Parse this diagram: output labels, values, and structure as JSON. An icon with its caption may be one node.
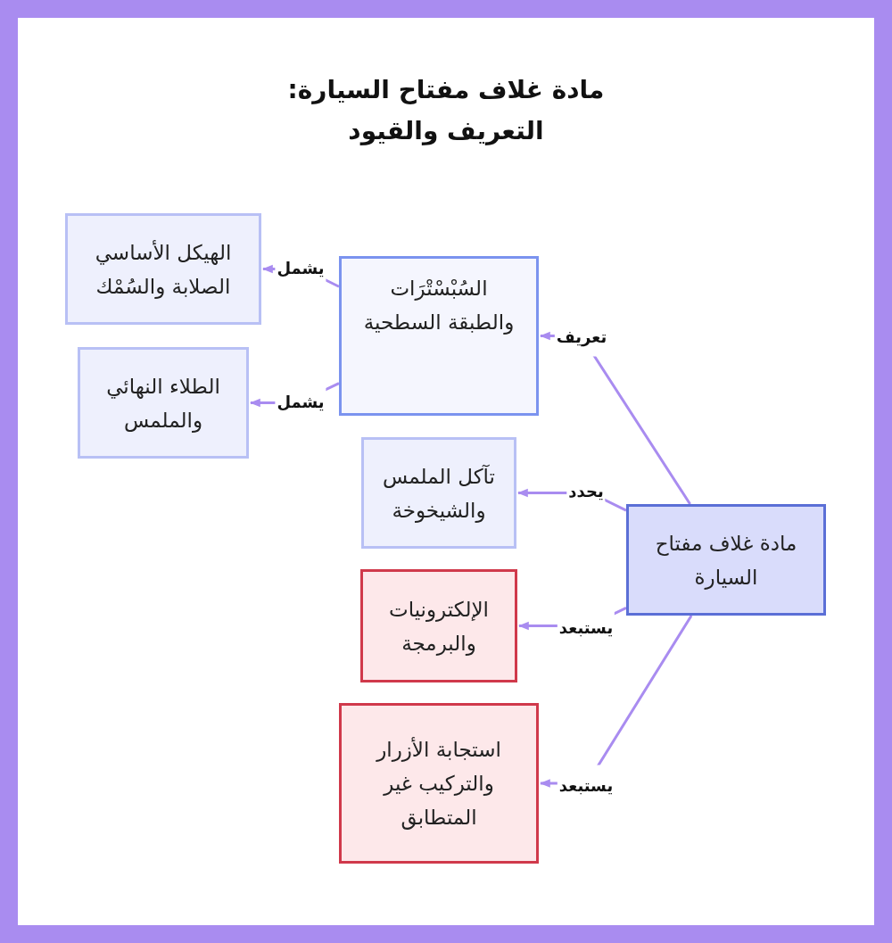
{
  "diagram": {
    "title": "مادة غلاف مفتاح السيارة: التعريف والقيود",
    "nodes": [
      {
        "text": [
          "مادة غلاف مفتاح السيارة"
        ]
      },
      {
        "text": [
          "السُبْسْتْرَات والطبقة السطحية"
        ]
      },
      {
        "text": [
          "الهيكل الأساسي الصلابة والسُمْك"
        ]
      },
      {
        "text": [
          "الطلاء النهائي والملمس"
        ]
      },
      {
        "text": [
          "تآكل الملمس والشيخوخة"
        ]
      },
      {
        "text": [
          "الإلكترونيات والبرمجة"
        ]
      },
      {
        "text": [
          "استجابة الأزرار والتركيب غير المتطابق"
        ]
      }
    ],
    "edges": [
      {
        "from": 0,
        "to": 1,
        "arrow": "to",
        "label": "تعريف"
      },
      {
        "from": 1,
        "to": 2,
        "arrow": "to",
        "label": "يشمل"
      },
      {
        "from": 1,
        "to": 3,
        "arrow": "to",
        "label": "يشمل"
      },
      {
        "from": 0,
        "to": 4,
        "arrow": "to",
        "label": "يحدد"
      },
      {
        "from": 0,
        "to": 5,
        "arrow": "to",
        "label": "يستبعد"
      },
      {
        "from": 0,
        "to": 6,
        "arrow": "to",
        "label": "يستبعد"
      }
    ]
  }
}
